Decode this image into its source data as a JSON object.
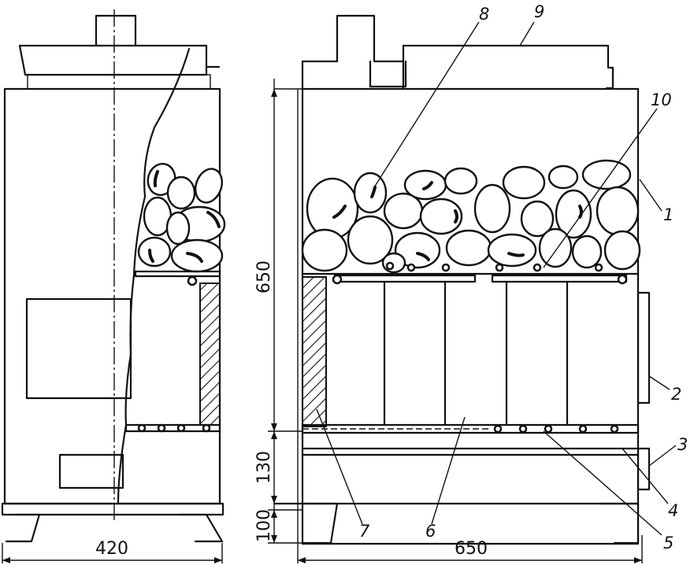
{
  "side_view": {
    "width_dim": "420"
  },
  "front_view": {
    "width_dim": "650",
    "height_dims": {
      "top": "650",
      "middle": "130",
      "bottom": "100"
    }
  },
  "callouts": [
    {
      "id": "1",
      "text": "1"
    },
    {
      "id": "2",
      "text": "2"
    },
    {
      "id": "3",
      "text": "3"
    },
    {
      "id": "4",
      "text": "4"
    },
    {
      "id": "5",
      "text": "5"
    },
    {
      "id": "6",
      "text": "6"
    },
    {
      "id": "7",
      "text": "7"
    },
    {
      "id": "8",
      "text": "8"
    },
    {
      "id": "9",
      "text": "9"
    },
    {
      "id": "10",
      "text": "10"
    }
  ]
}
